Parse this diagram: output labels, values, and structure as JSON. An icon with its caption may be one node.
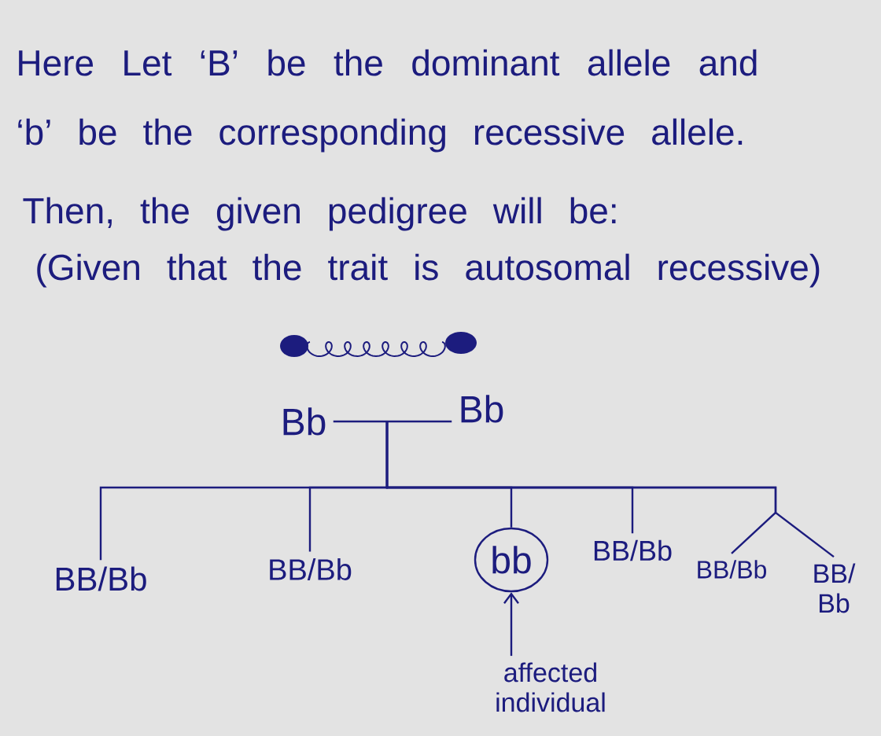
{
  "diagram": {
    "nodes": [
      {
        "text": [
          "Bb"
        ]
      },
      {
        "text": [
          "Bb"
        ]
      },
      {
        "text": [
          "BB/Bb"
        ]
      },
      {
        "text": [
          "BB/Bb"
        ]
      },
      {
        "text": [
          "bb"
        ]
      },
      {
        "text": [
          "BB/Bb"
        ]
      },
      {
        "text": [
          "BB/Bb"
        ]
      },
      {
        "text": [
          "BB/ Bb"
        ]
      },
      {
        "text": [
          "affected individual"
        ]
      }
    ],
    "edges": [
      {
        "from": 0,
        "to": 1,
        "arrow": "none"
      },
      {
        "from": null,
        "to": 2,
        "arrow": "none"
      },
      {
        "from": null,
        "to": 3,
        "arrow": "none"
      },
      {
        "from": null,
        "to": 4,
        "arrow": "none"
      },
      {
        "from": null,
        "to": 5,
        "arrow": "none"
      },
      {
        "from": null,
        "to": 6,
        "arrow": "none"
      },
      {
        "from": null,
        "to": 7,
        "arrow": "none"
      },
      {
        "from": 8,
        "to": 4,
        "arrow": "to"
      }
    ],
    "labels": [
      "Here Let ‘B’ be the dominant allele and ‘b’ be the corresponding recessive allele.",
      "Then, the given pedigree will be:",
      "(Given that the trait is autosomal recessive)"
    ]
  }
}
